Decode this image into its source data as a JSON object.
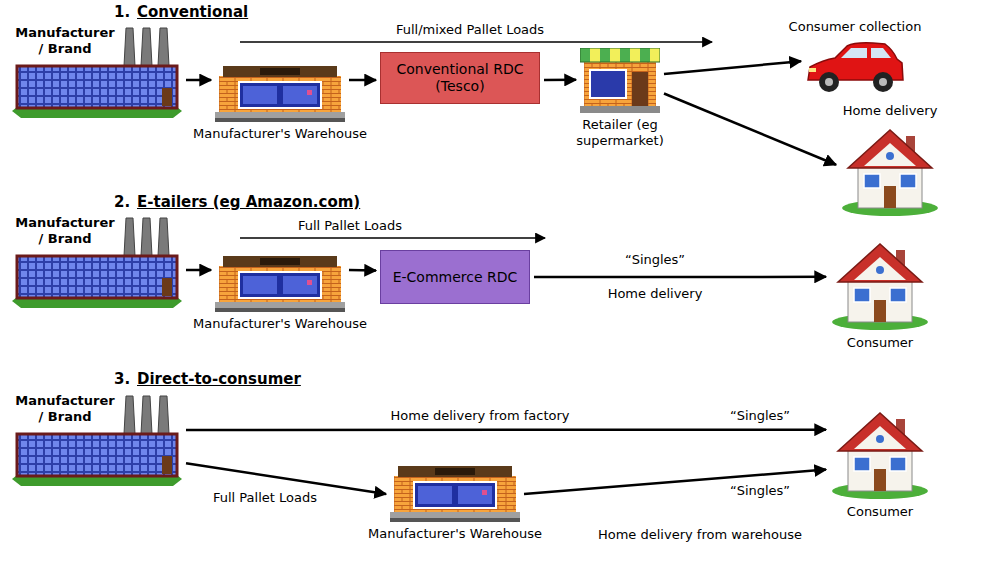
{
  "diagram": {
    "nodes": [
      {
        "text": [
          "Manufacturer / Brand"
        ]
      },
      {
        "text": [
          "Manufacturer's Warehouse"
        ]
      },
      {
        "text": [
          "Conventional RDC (Tesco)"
        ]
      },
      {
        "text": [
          "Retailer (eg supermarket)"
        ]
      },
      {
        "text": [
          "Consumer collection"
        ]
      },
      {
        "text": [
          "Home delivery"
        ]
      },
      {
        "text": [
          "Manufacturer / Brand"
        ]
      },
      {
        "text": [
          "Manufacturer's Warehouse"
        ]
      },
      {
        "text": [
          "E-Commerce RDC"
        ]
      },
      {
        "text": [
          "Consumer"
        ]
      },
      {
        "text": [
          "Manufacturer / Brand"
        ]
      },
      {
        "text": [
          "Manufacturer's Warehouse"
        ]
      },
      {
        "text": [
          "Consumer"
        ]
      }
    ],
    "edges": [
      {
        "from": 0,
        "to": 1,
        "arrow": "to"
      },
      {
        "from": 1,
        "to": 2,
        "arrow": "to"
      },
      {
        "from": 2,
        "to": 3,
        "arrow": "to"
      },
      {
        "from": 3,
        "to": 4,
        "arrow": "to"
      },
      {
        "from": 3,
        "to": 5,
        "arrow": "to"
      },
      {
        "from": 6,
        "to": 7,
        "arrow": "to"
      },
      {
        "from": 7,
        "to": 8,
        "arrow": "to"
      },
      {
        "from": 8,
        "to": 9,
        "arrow": "to",
        "label": "“Singles”"
      },
      {
        "from": 10,
        "to": 12,
        "arrow": "to",
        "label": "Home delivery from factory"
      },
      {
        "from": 10,
        "to": 11,
        "arrow": "to",
        "label": "Full Pallet Loads"
      },
      {
        "from": 11,
        "to": 12,
        "arrow": "to",
        "label": "Home delivery from warehouse"
      }
    ],
    "labels": [
      "1.",
      "Conventional",
      "Full/mixed Pallet Loads",
      "2.",
      "E-tailers (eg Amazon.com)",
      "Full Pallet Loads",
      "Home delivery",
      "3.",
      "Direct-to-consumer",
      "“Singles”",
      "“Singles”"
    ]
  }
}
